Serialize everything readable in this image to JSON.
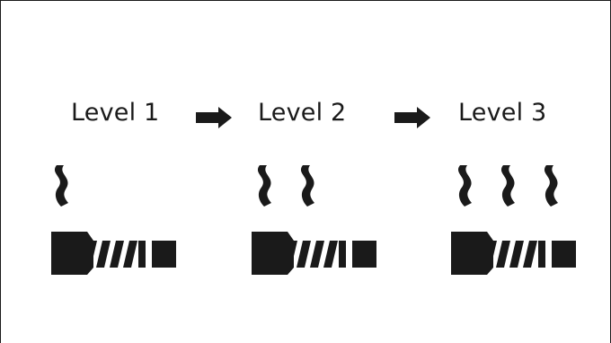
{
  "levels": [
    {
      "label": "Level 1",
      "steam_count": 1
    },
    {
      "label": "Level 2",
      "steam_count": 2
    },
    {
      "label": "Level 3",
      "steam_count": 3
    }
  ],
  "colors": {
    "ink": "#1a1a1a",
    "background": "#ffffff"
  },
  "icons": {
    "arrow": "right-arrow-icon",
    "steam": "steam-icon",
    "heater": "heating-element-icon"
  }
}
